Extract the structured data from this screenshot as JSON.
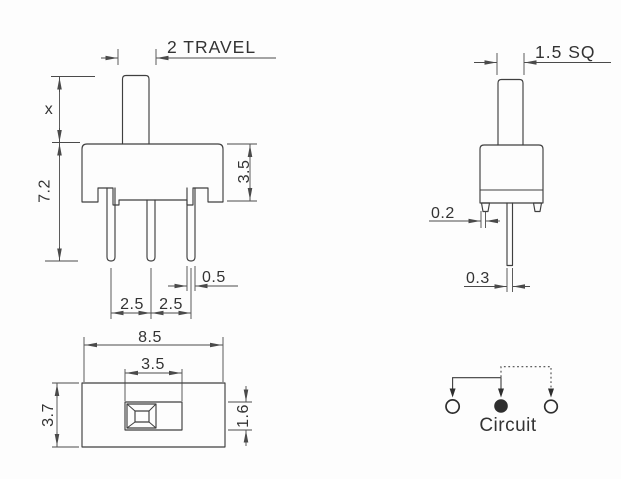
{
  "drawing": {
    "front_view": {
      "travel": "2 TRAVEL",
      "stem_height": "x",
      "total_height": "7.2",
      "body_height": "3.5",
      "pin_width": "0.5",
      "pin_pitch_a": "2.5",
      "pin_pitch_b": "2.5"
    },
    "side_view": {
      "stem_square": "1.5 SQ",
      "bracket_thickness": "0.2",
      "pin_thickness": "0.3"
    },
    "bottom_view": {
      "body_length": "8.5",
      "slot_length": "3.5",
      "body_width": "3.7",
      "slot_width": "1.6"
    },
    "schematic": {
      "label": "Circuit"
    },
    "colors": {
      "line": "#3f3f3f",
      "dimension": "#4a4a4a",
      "text": "#333333",
      "background": "#fdfdfd"
    }
  }
}
